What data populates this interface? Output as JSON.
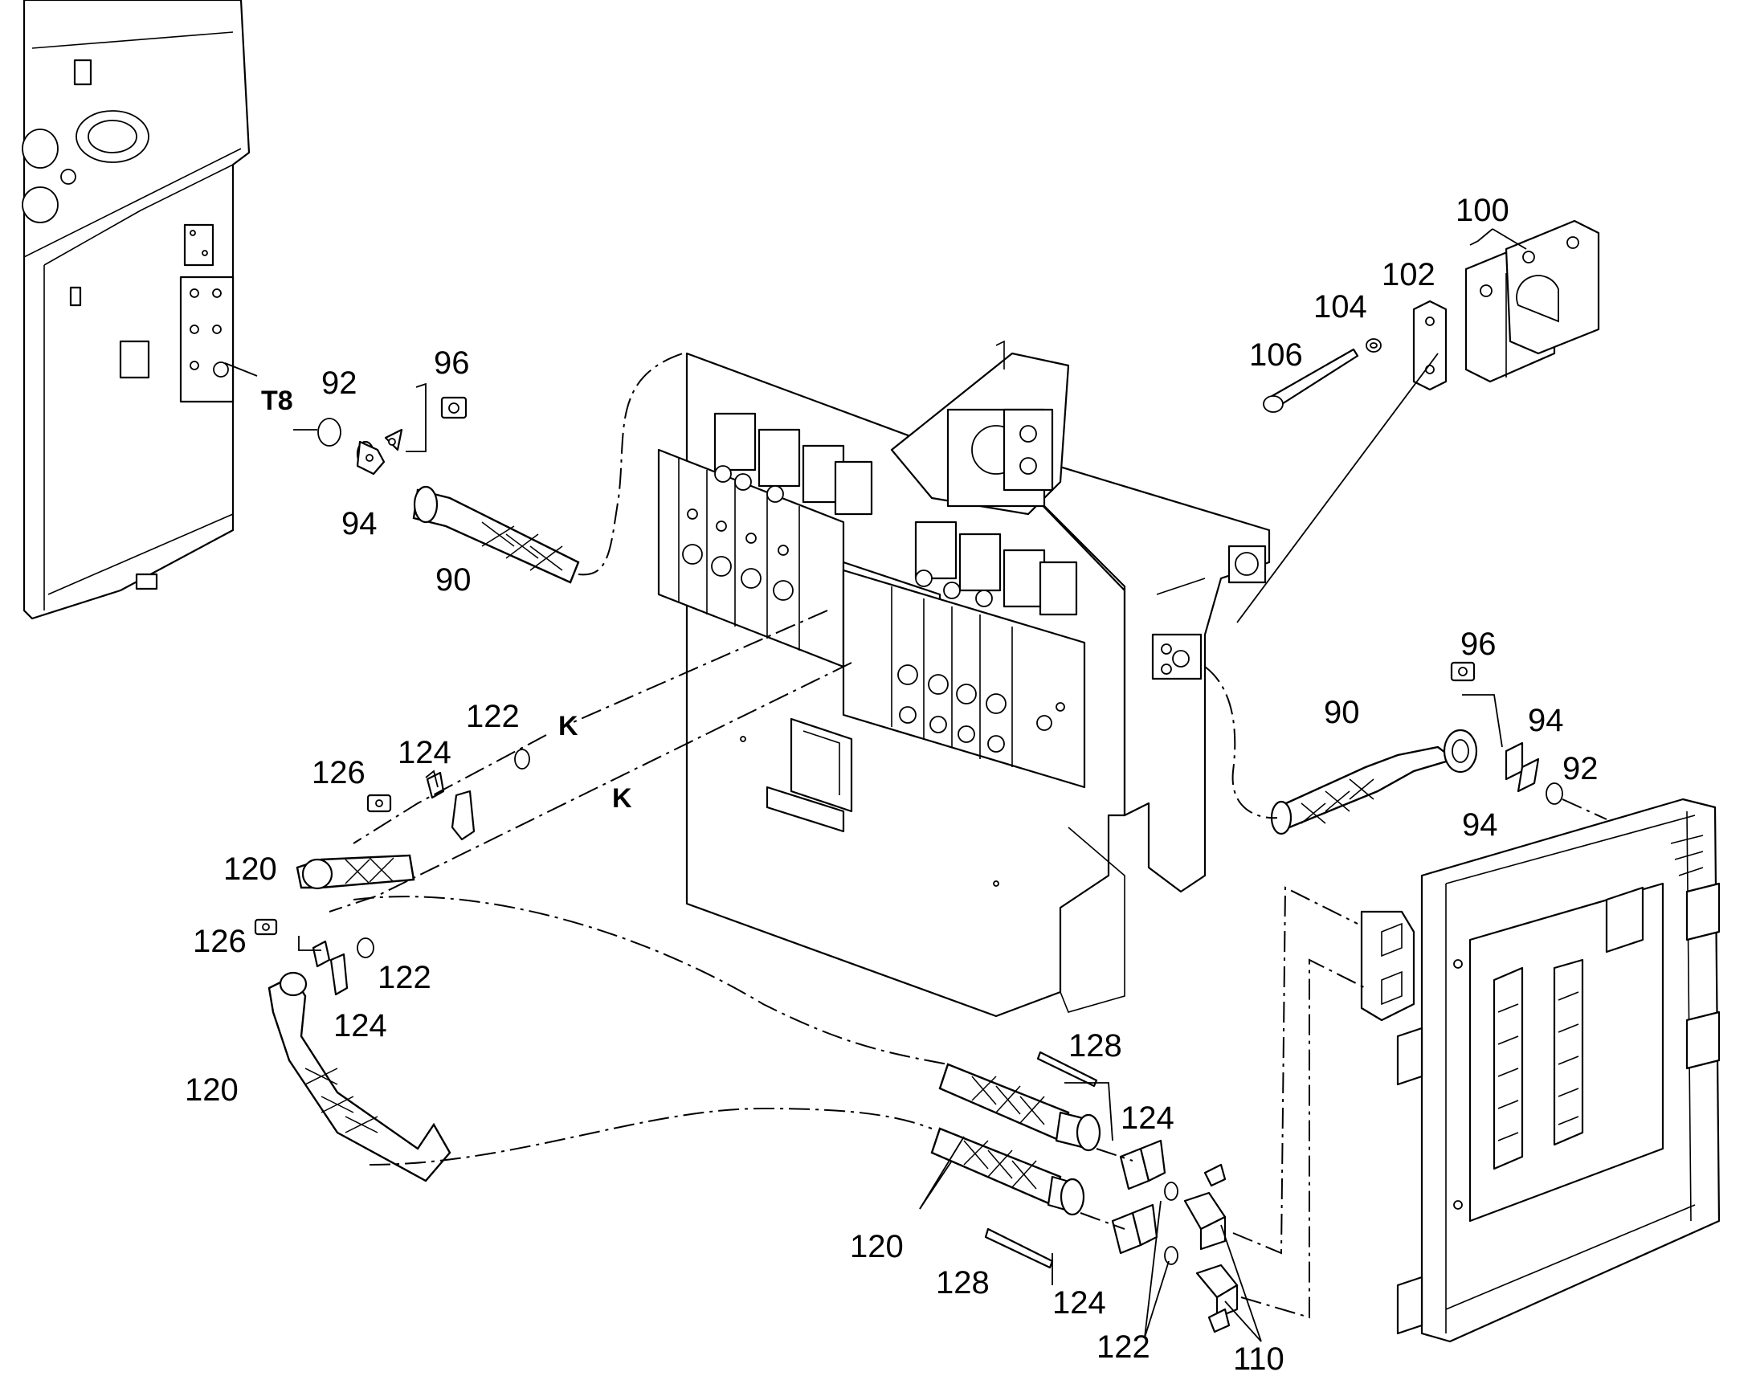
{
  "callouts": {
    "c100": "100",
    "c102": "102",
    "c104": "104",
    "c106": "106",
    "c96_top": "96",
    "c92_top": "92",
    "c94_top": "94",
    "c90_top": "90",
    "c96_right": "96",
    "c90_right": "90",
    "c94_right_a": "94",
    "c92_right": "92",
    "c94_right_b": "94",
    "c122_a": "122",
    "c126_a": "126",
    "c124_a": "124",
    "c120_a": "120",
    "c126_b": "126",
    "c122_b": "122",
    "c124_b": "124",
    "c120_b": "120",
    "c128_a": "128",
    "c124_c": "124",
    "c120_c": "120",
    "c128_b": "128",
    "c124_d": "124",
    "c122_c": "122",
    "c110": "110"
  },
  "markers": {
    "t8": "T8",
    "k_upper": "K",
    "k_lower": "K"
  }
}
